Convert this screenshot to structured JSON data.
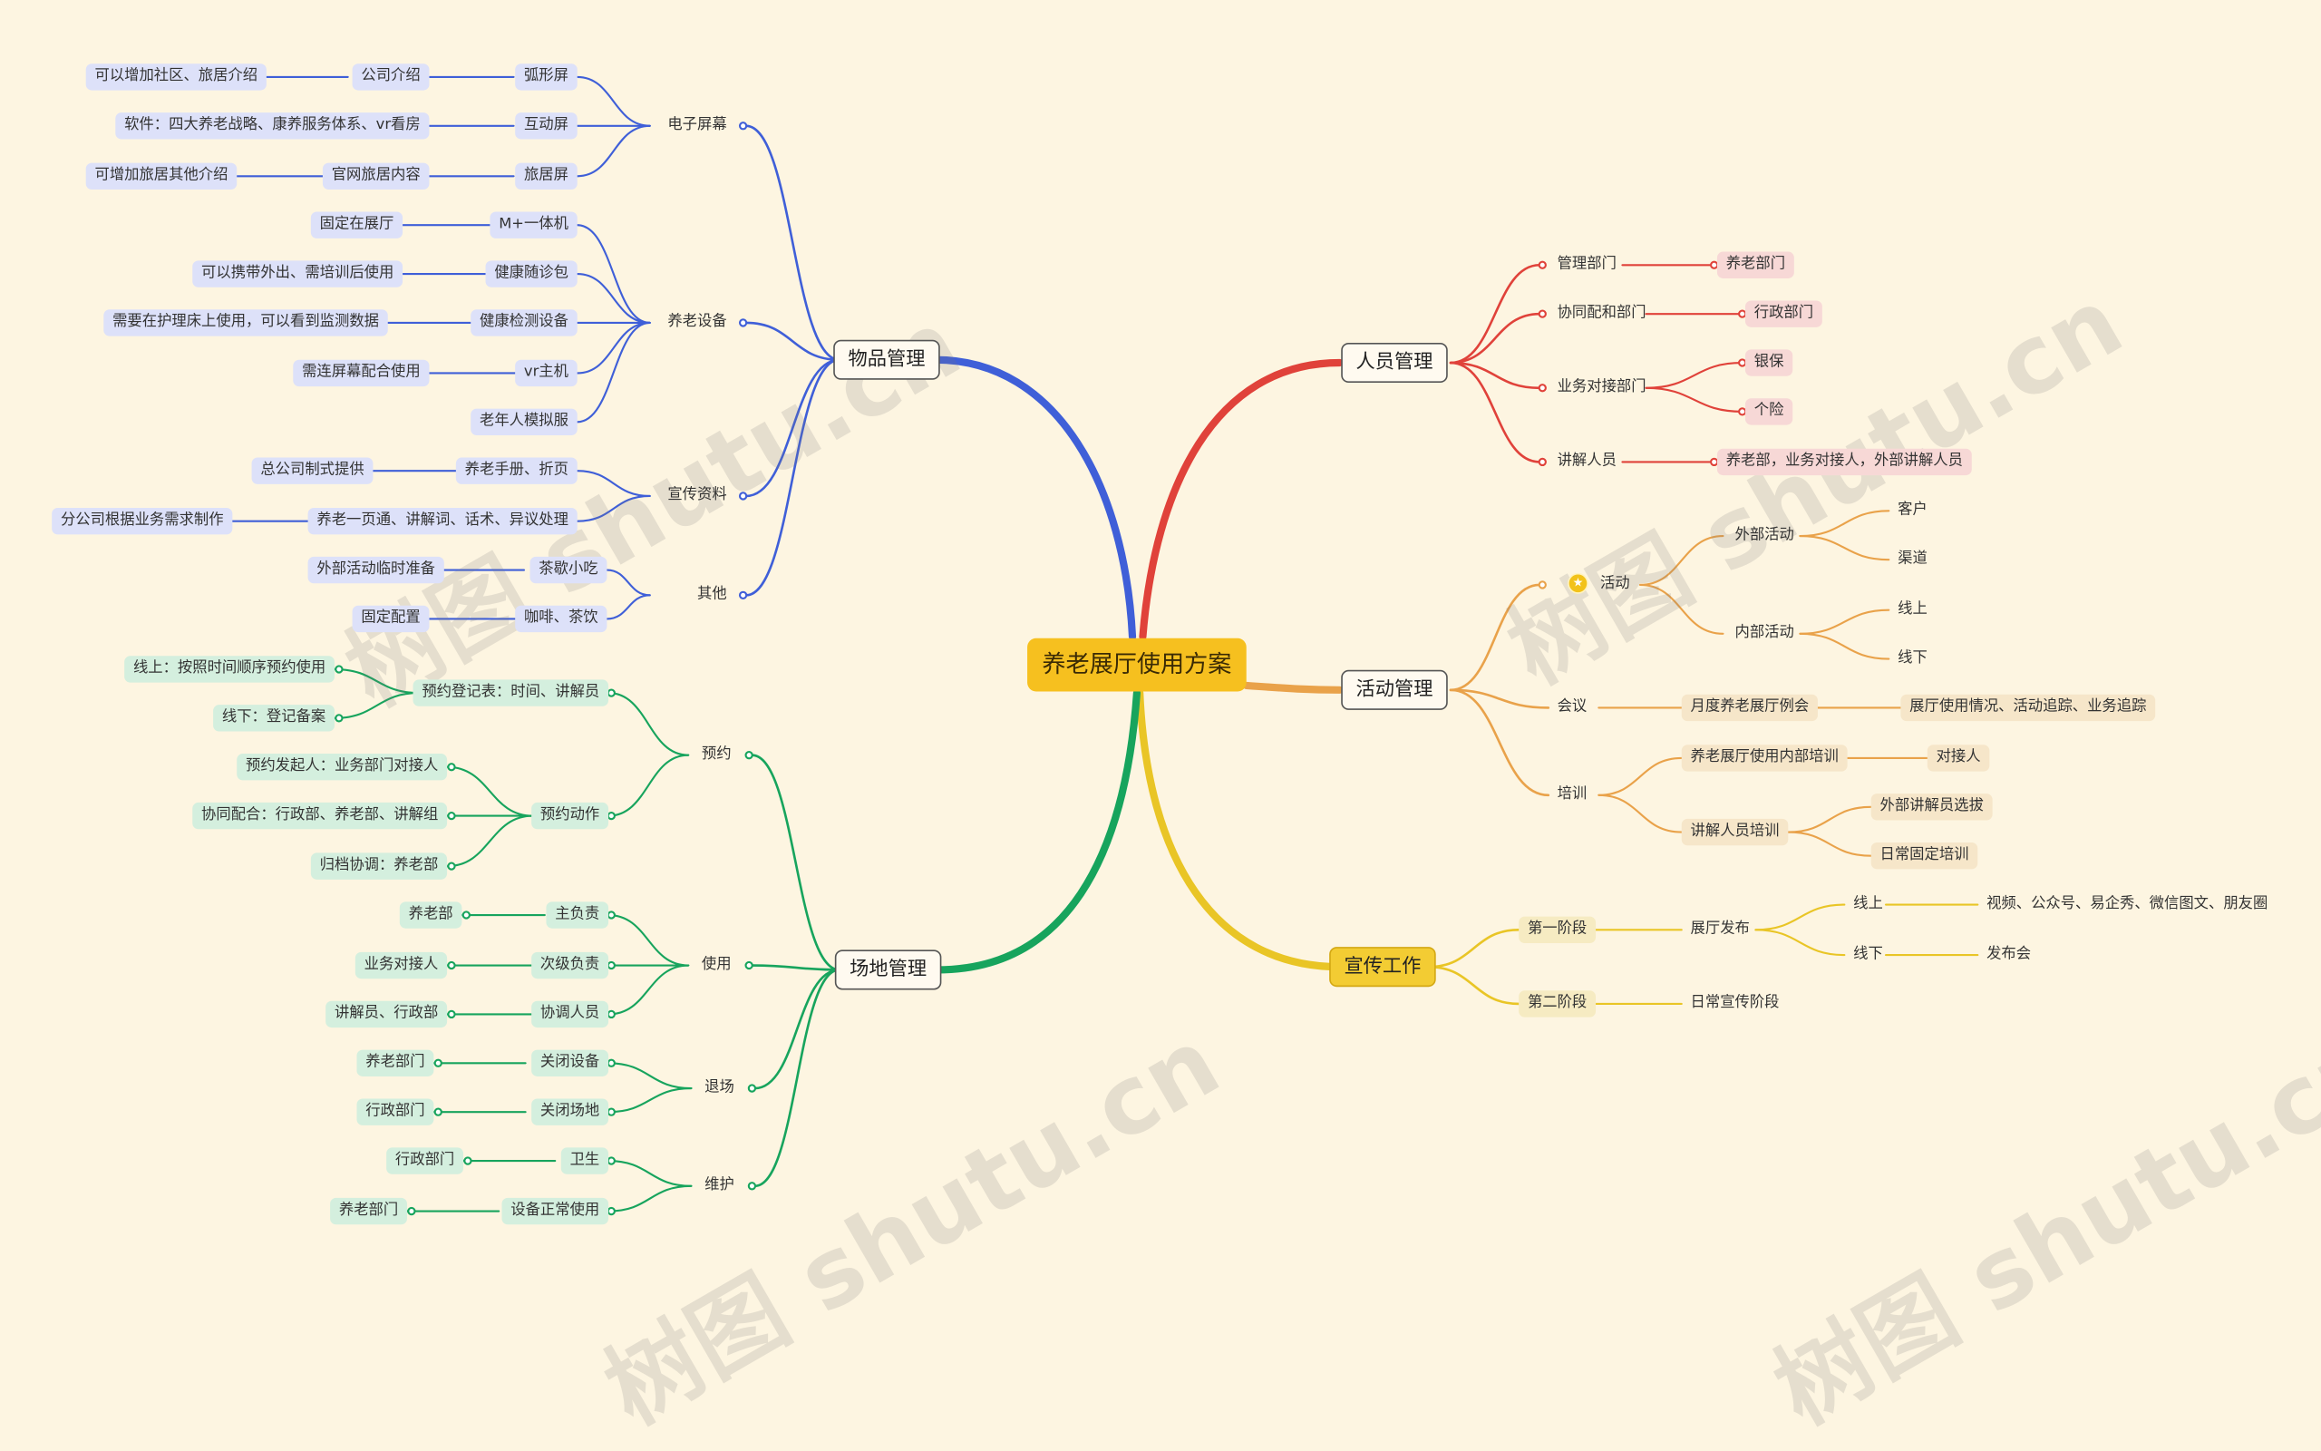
{
  "root": {
    "label": "养老展厅使用方案"
  },
  "colors": {
    "blue": "#3f5fd8",
    "green": "#17a45d",
    "red": "#e0423a",
    "orange": "#e9a24a",
    "yellow": "#e9c526",
    "root": "#f6c01f"
  },
  "branches": {
    "wupin": {
      "label": "物品管理",
      "children": [
        {
          "label": "电子屏幕",
          "children": [
            {
              "label": "弧形屏",
              "children": [
                {
                  "label": "公司介绍",
                  "children": [
                    {
                      "label": "可以增加社区、旅居介绍"
                    }
                  ]
                }
              ]
            },
            {
              "label": "互动屏",
              "children": [
                {
                  "label": "软件：四大养老战略、康养服务体系、vr看房"
                }
              ]
            },
            {
              "label": "旅居屏",
              "children": [
                {
                  "label": "官网旅居内容",
                  "children": [
                    {
                      "label": "可增加旅居其他介绍"
                    }
                  ]
                }
              ]
            }
          ]
        },
        {
          "label": "养老设备",
          "children": [
            {
              "label": "M+一体机",
              "children": [
                {
                  "label": "固定在展厅"
                }
              ]
            },
            {
              "label": "健康随诊包",
              "children": [
                {
                  "label": "可以携带外出、需培训后使用"
                }
              ]
            },
            {
              "label": "健康检测设备",
              "children": [
                {
                  "label": "需要在护理床上使用，可以看到监测数据"
                }
              ]
            },
            {
              "label": "vr主机",
              "children": [
                {
                  "label": "需连屏幕配合使用"
                }
              ]
            },
            {
              "label": "老年人模拟服"
            }
          ]
        },
        {
          "label": "宣传资料",
          "children": [
            {
              "label": "养老手册、折页",
              "children": [
                {
                  "label": "总公司制式提供"
                }
              ]
            },
            {
              "label": "养老一页通、讲解词、话术、异议处理",
              "children": [
                {
                  "label": "分公司根据业务需求制作"
                }
              ]
            }
          ]
        },
        {
          "label": "其他",
          "children": [
            {
              "label": "茶歇小吃",
              "children": [
                {
                  "label": "外部活动临时准备"
                }
              ]
            },
            {
              "label": "咖啡、茶饮",
              "children": [
                {
                  "label": "固定配置"
                }
              ]
            }
          ]
        }
      ]
    },
    "changdi": {
      "label": "场地管理",
      "children": [
        {
          "label": "预约",
          "children": [
            {
              "label": "预约登记表：时间、讲解员",
              "children": [
                {
                  "label": "线上：按照时间顺序预约使用"
                },
                {
                  "label": "线下：登记备案"
                }
              ]
            },
            {
              "label": "预约动作",
              "children": [
                {
                  "label": "预约发起人：业务部门对接人"
                },
                {
                  "label": "协同配合：行政部、养老部、讲解组"
                },
                {
                  "label": "归档协调：养老部"
                }
              ]
            }
          ]
        },
        {
          "label": "使用",
          "children": [
            {
              "label": "主负责",
              "children": [
                {
                  "label": "养老部"
                }
              ]
            },
            {
              "label": "次级负责",
              "children": [
                {
                  "label": "业务对接人"
                }
              ]
            },
            {
              "label": "协调人员",
              "children": [
                {
                  "label": "讲解员、行政部"
                }
              ]
            }
          ]
        },
        {
          "label": "退场",
          "children": [
            {
              "label": "关闭设备",
              "children": [
                {
                  "label": "养老部门"
                }
              ]
            },
            {
              "label": "关闭场地",
              "children": [
                {
                  "label": "行政部门"
                }
              ]
            }
          ]
        },
        {
          "label": "维护",
          "children": [
            {
              "label": "卫生",
              "children": [
                {
                  "label": "行政部门"
                }
              ]
            },
            {
              "label": "设备正常使用",
              "children": [
                {
                  "label": "养老部门"
                }
              ]
            }
          ]
        }
      ]
    },
    "renyuan": {
      "label": "人员管理",
      "children": [
        {
          "label": "管理部门",
          "children": [
            {
              "label": "养老部门"
            }
          ]
        },
        {
          "label": "协同配和部门",
          "children": [
            {
              "label": "行政部门"
            }
          ]
        },
        {
          "label": "业务对接部门",
          "children": [
            {
              "label": "银保"
            },
            {
              "label": "个险"
            }
          ]
        },
        {
          "label": "讲解人员",
          "children": [
            {
              "label": "养老部，业务对接人，外部讲解人员"
            }
          ]
        }
      ]
    },
    "huodong": {
      "label": "活动管理",
      "children": [
        {
          "label": "活动",
          "icon": "star-icon",
          "children": [
            {
              "label": "外部活动",
              "children": [
                {
                  "label": "客户"
                },
                {
                  "label": "渠道"
                }
              ]
            },
            {
              "label": "内部活动",
              "children": [
                {
                  "label": "线上"
                },
                {
                  "label": "线下"
                }
              ]
            }
          ]
        },
        {
          "label": "会议",
          "children": [
            {
              "label": "月度养老展厅例会",
              "children": [
                {
                  "label": "展厅使用情况、活动追踪、业务追踪"
                }
              ]
            }
          ]
        },
        {
          "label": "培训",
          "children": [
            {
              "label": "养老展厅使用内部培训",
              "children": [
                {
                  "label": "对接人"
                }
              ]
            },
            {
              "label": "讲解人员培训",
              "children": [
                {
                  "label": "外部讲解员选拔"
                },
                {
                  "label": "日常固定培训"
                }
              ]
            }
          ]
        }
      ]
    },
    "xuanchuan": {
      "label": "宣传工作",
      "children": [
        {
          "label": "第一阶段",
          "children": [
            {
              "label": "展厅发布",
              "children": [
                {
                  "label": "线上",
                  "children": [
                    {
                      "label": "视频、公众号、易企秀、微信图文、朋友圈"
                    }
                  ]
                },
                {
                  "label": "线下",
                  "children": [
                    {
                      "label": "发布会"
                    }
                  ]
                }
              ]
            }
          ]
        },
        {
          "label": "第二阶段",
          "children": [
            {
              "label": "日常宣传阶段"
            }
          ]
        }
      ]
    }
  }
}
